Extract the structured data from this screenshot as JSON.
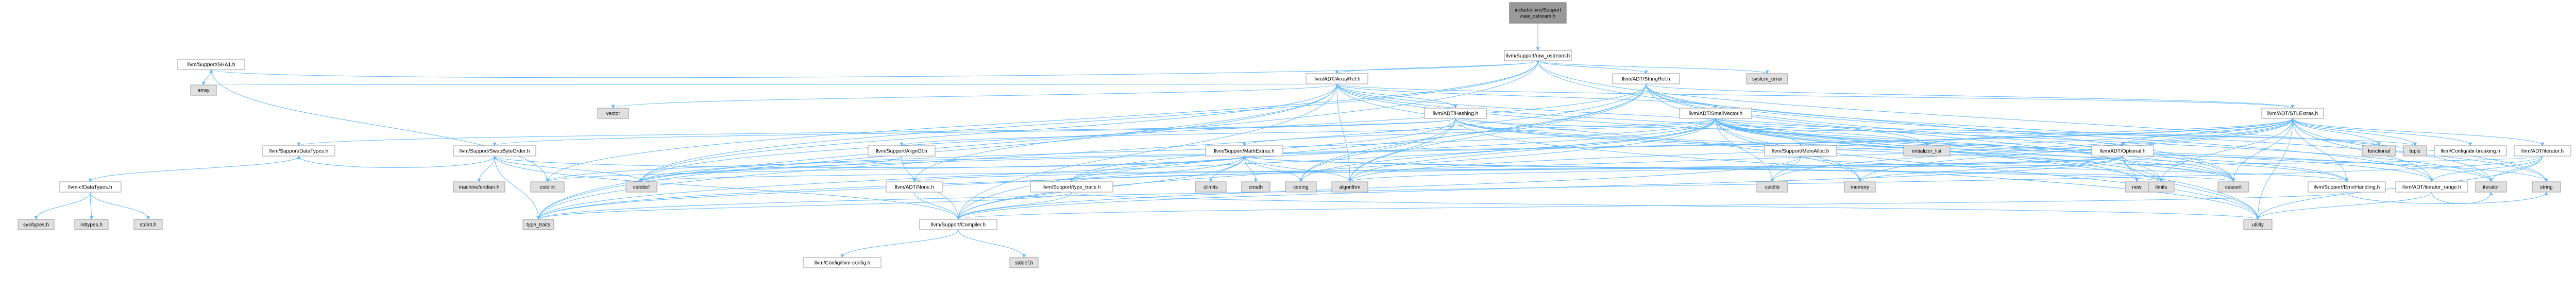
{
  "graph": {
    "root": "include/llvm/Support/raw_ostream.h",
    "colors": {
      "edge": "#63b8ff",
      "root_fill": "#999999",
      "header_fill": "#ffffff",
      "system_fill": "#e0e0e0",
      "border": "#999999"
    },
    "nodes": [
      {
        "id": "root",
        "label": [
          "include/llvm/Support",
          "/raw_ostream.h"
        ],
        "kind": "root"
      },
      {
        "id": "raw_ostream",
        "label": [
          "llvm/Support/raw_ostream.h"
        ],
        "kind": "header"
      },
      {
        "id": "sha1",
        "label": [
          "llvm/Support/SHA1.h"
        ],
        "kind": "header"
      },
      {
        "id": "arrayref",
        "label": [
          "llvm/ADT/ArrayRef.h"
        ],
        "kind": "header"
      },
      {
        "id": "stringref",
        "label": [
          "llvm/ADT/StringRef.h"
        ],
        "kind": "header"
      },
      {
        "id": "system_error",
        "label": [
          "system_error"
        ],
        "kind": "system"
      },
      {
        "id": "array",
        "label": [
          "array"
        ],
        "kind": "system"
      },
      {
        "id": "vector",
        "label": [
          "vector"
        ],
        "kind": "system"
      },
      {
        "id": "hashing",
        "label": [
          "llvm/ADT/Hashing.h"
        ],
        "kind": "header"
      },
      {
        "id": "smallvector",
        "label": [
          "llvm/ADT/SmallVector.h"
        ],
        "kind": "header"
      },
      {
        "id": "stlextras",
        "label": [
          "llvm/ADT/STLExtras.h"
        ],
        "kind": "header"
      },
      {
        "id": "datatypes",
        "label": [
          "llvm/Support/DataTypes.h"
        ],
        "kind": "header"
      },
      {
        "id": "swapbyteorder",
        "label": [
          "llvm/Support/SwapByteOrder.h"
        ],
        "kind": "header"
      },
      {
        "id": "alignof",
        "label": [
          "llvm/Support/AlignOf.h"
        ],
        "kind": "header"
      },
      {
        "id": "mathextras",
        "label": [
          "llvm/Support/MathExtras.h"
        ],
        "kind": "header"
      },
      {
        "id": "memalloc",
        "label": [
          "llvm/Support/MemAlloc.h"
        ],
        "kind": "header"
      },
      {
        "id": "initializer_list",
        "label": [
          "initializer_list"
        ],
        "kind": "system"
      },
      {
        "id": "optional",
        "label": [
          "llvm/ADT/Optional.h"
        ],
        "kind": "header"
      },
      {
        "id": "functional",
        "label": [
          "functional"
        ],
        "kind": "system"
      },
      {
        "id": "tuple",
        "label": [
          "tuple"
        ],
        "kind": "system"
      },
      {
        "id": "configabi",
        "label": [
          "llvm/Config/abi-breaking.h"
        ],
        "kind": "header"
      },
      {
        "id": "adtiterator",
        "label": [
          "llvm/ADT/iterator.h"
        ],
        "kind": "header"
      },
      {
        "id": "cdatatypes",
        "label": [
          "llvm-c/DataTypes.h"
        ],
        "kind": "header"
      },
      {
        "id": "machine_endian",
        "label": [
          "machine/endian.h"
        ],
        "kind": "system"
      },
      {
        "id": "cstdint",
        "label": [
          "cstdint"
        ],
        "kind": "system"
      },
      {
        "id": "none",
        "label": [
          "llvm/ADT/None.h"
        ],
        "kind": "header"
      },
      {
        "id": "typetraits",
        "label": [
          "llvm/Support/type_traits.h"
        ],
        "kind": "header"
      },
      {
        "id": "climits",
        "label": [
          "climits"
        ],
        "kind": "system"
      },
      {
        "id": "cmath",
        "label": [
          "cmath"
        ],
        "kind": "system"
      },
      {
        "id": "cstring",
        "label": [
          "cstring"
        ],
        "kind": "system"
      },
      {
        "id": "algorithm",
        "label": [
          "algorithm"
        ],
        "kind": "system"
      },
      {
        "id": "cstdlib",
        "label": [
          "cstdlib"
        ],
        "kind": "system"
      },
      {
        "id": "memory",
        "label": [
          "memory"
        ],
        "kind": "system"
      },
      {
        "id": "new",
        "label": [
          "new"
        ],
        "kind": "system"
      },
      {
        "id": "limits",
        "label": [
          "limits"
        ],
        "kind": "system"
      },
      {
        "id": "cassert",
        "label": [
          "cassert"
        ],
        "kind": "system"
      },
      {
        "id": "errorhandling",
        "label": [
          "llvm/Support/ErrorHandling.h"
        ],
        "kind": "header"
      },
      {
        "id": "iteratorrange",
        "label": [
          "llvm/ADT/iterator_range.h"
        ],
        "kind": "header"
      },
      {
        "id": "iterator",
        "label": [
          "iterator"
        ],
        "kind": "system"
      },
      {
        "id": "string",
        "label": [
          "string"
        ],
        "kind": "system"
      },
      {
        "id": "cstddef",
        "label": [
          "cstddef"
        ],
        "kind": "system"
      },
      {
        "id": "type_traits",
        "label": [
          "type_traits"
        ],
        "kind": "system"
      },
      {
        "id": "sys_types",
        "label": [
          "sys/types.h"
        ],
        "kind": "system"
      },
      {
        "id": "inttypes",
        "label": [
          "inttypes.h"
        ],
        "kind": "system"
      },
      {
        "id": "stdint",
        "label": [
          "stdint.h"
        ],
        "kind": "system"
      },
      {
        "id": "compiler",
        "label": [
          "llvm/Support/Compiler.h"
        ],
        "kind": "header"
      },
      {
        "id": "utility",
        "label": [
          "utility"
        ],
        "kind": "system"
      },
      {
        "id": "llvmconfig",
        "label": [
          "llvm/Config/llvm-config.h"
        ],
        "kind": "header"
      },
      {
        "id": "stddef",
        "label": [
          "stddef.h"
        ],
        "kind": "system"
      }
    ]
  }
}
